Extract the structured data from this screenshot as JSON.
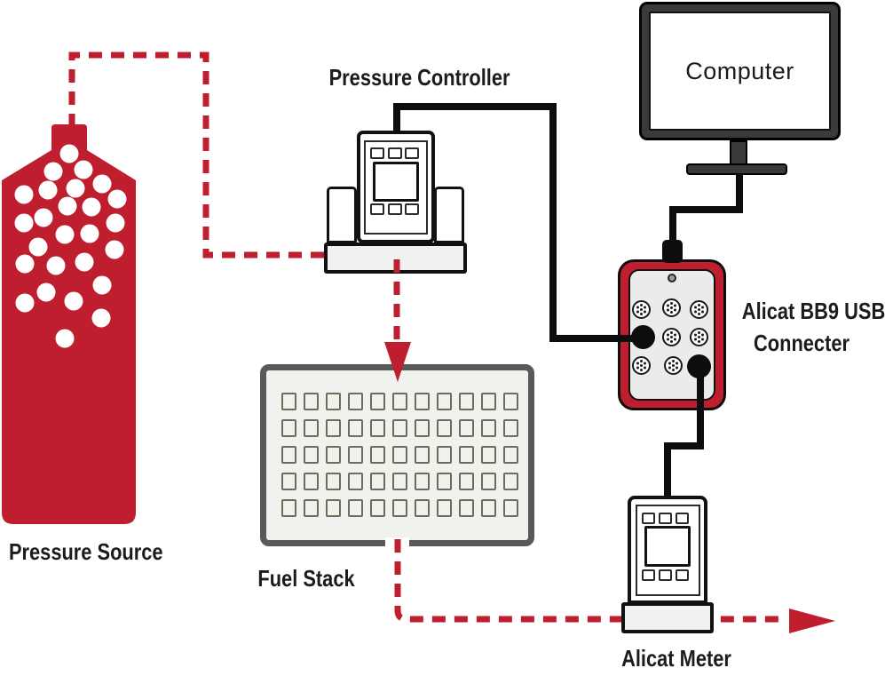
{
  "labels": {
    "pressure_source": "Pressure Source",
    "pressure_controller": "Pressure Controller",
    "computer": "Computer",
    "bb9_connector_line1": "Alicat BB9 USB",
    "bb9_connector_line2": "Connecter",
    "fuel_stack": "Fuel Stack",
    "alicat_meter": "Alicat Meter"
  },
  "colors": {
    "accent_red": "#be1e2d",
    "outline_black": "#111111",
    "device_base_gray": "#f1f1ef",
    "fuel_stack_frame_gray": "#58595b",
    "fuel_cell_outline": "#6b6e59",
    "monitor_dark_gray": "#3a3a3a"
  },
  "fuel_stack": {
    "grid": {
      "rows": 5,
      "cols": 11
    }
  },
  "bb9": {
    "multipin_ports": 7,
    "cable_ports": 2
  }
}
